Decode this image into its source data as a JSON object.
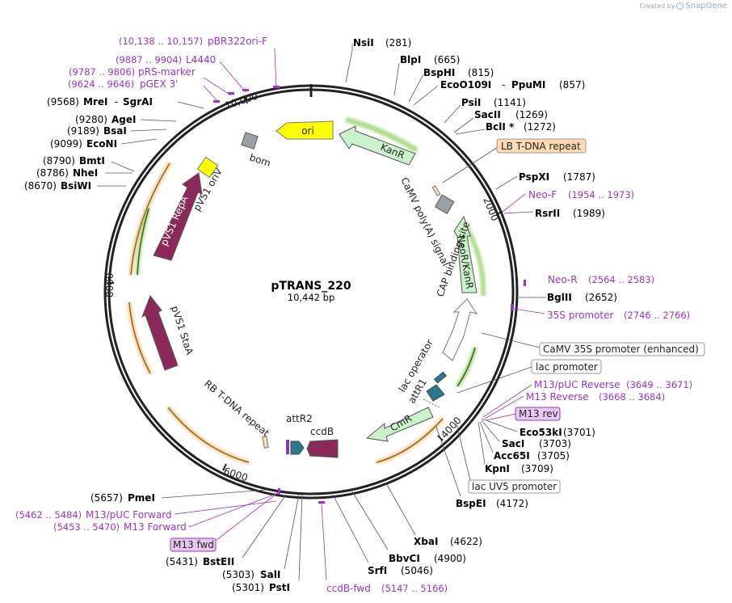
{
  "brand": {
    "created_by": "Created by",
    "app": "SnapGene"
  },
  "plasmid": {
    "name": "pTRANS_220",
    "size_label": "10,442 bp"
  },
  "ticks": {
    "t10000": "10,000",
    "t2000": "2000",
    "t4000": "4000",
    "t6000": "6000",
    "t8000": "8000"
  },
  "sites": {
    "NsiI": {
      "name": "NsiI",
      "pos": "(281)"
    },
    "BlpI": {
      "name": "BlpI",
      "pos": "(665)"
    },
    "BspHI": {
      "name": "BspHI",
      "pos": "(815)"
    },
    "EcoO109I": {
      "name": "EcoO109I",
      "sep": "-",
      "name2": "PpuMI",
      "pos": "(857)"
    },
    "PsiI": {
      "name": "PsiI",
      "pos": "(1141)"
    },
    "SacII": {
      "name": "SacII",
      "pos": "(1269)"
    },
    "BclI": {
      "name": "BclI *",
      "pos": "(1272)"
    },
    "PspXI": {
      "name": "PspXI",
      "pos": "(1787)"
    },
    "RsrII": {
      "name": "RsrII",
      "pos": "(1989)"
    },
    "BglII": {
      "name": "BglII",
      "pos": "(2652)"
    },
    "Eco53kI": {
      "name": "Eco53kI",
      "pos": "(3701)"
    },
    "SacI": {
      "name": "SacI",
      "pos": "(3703)"
    },
    "Acc65I": {
      "name": "Acc65I",
      "pos": "(3705)"
    },
    "KpnI": {
      "name": "KpnI",
      "pos": "(3709)"
    },
    "BspEI": {
      "name": "BspEI",
      "pos": "(4172)"
    },
    "XbaI": {
      "name": "XbaI",
      "pos": "(4622)"
    },
    "BbvCI": {
      "name": "BbvCI",
      "pos": "(4900)"
    },
    "SrfI": {
      "name": "SrfI",
      "pos": "(5046)"
    },
    "PstI": {
      "name": "PstI",
      "pos": "(5301)"
    },
    "SalI": {
      "name": "SalI",
      "pos": "(5303)"
    },
    "BstEII": {
      "name": "BstEII",
      "pos": "(5431)"
    },
    "PmeI": {
      "name": "PmeI",
      "pos": "(5657)"
    },
    "BsiWI": {
      "name": "BsiWI",
      "pos": "(8670)"
    },
    "NheI": {
      "name": "NheI",
      "pos": "(8786)"
    },
    "BmtI": {
      "name": "BmtI",
      "pos": "(8790)"
    },
    "EcoNI": {
      "name": "EcoNI",
      "pos": "(9099)"
    },
    "BsaI": {
      "name": "BsaI",
      "pos": "(9189)"
    },
    "AgeI": {
      "name": "AgeI",
      "pos": "(9280)"
    },
    "MreI": {
      "name": "MreI",
      "sep": "-",
      "name2": "SgrAI",
      "pos": "(9568)"
    }
  },
  "primers": {
    "pBR322oriF": {
      "name": "pBR322ori-F",
      "pos": "(10,138 .. 10,157)"
    },
    "L4440": {
      "name": "L4440",
      "pos": "(9887 .. 9904)"
    },
    "pRSmarker": {
      "name": "pRS-marker",
      "pos": "(9787 .. 9806)"
    },
    "pGEX3": {
      "name": "pGEX 3'",
      "pos": "(9624 .. 9646)"
    },
    "NeoF": {
      "name": "Neo-F",
      "pos": "(1954 .. 1973)"
    },
    "NeoR": {
      "name": "Neo-R",
      "pos": "(2564 .. 2583)"
    },
    "p35S": {
      "name": "35S promoter",
      "pos": "(2746 .. 2766)"
    },
    "M13pUCRev": {
      "name": "M13/pUC Reverse",
      "pos": "(3649 .. 3671)"
    },
    "M13Rev": {
      "name": "M13 Reverse",
      "pos": "(3668 .. 3684)"
    },
    "ccdBfwd": {
      "name": "ccdB-fwd",
      "pos": "(5147 .. 5166)"
    },
    "M13pUCFwd": {
      "name": "M13/pUC Forward",
      "pos": "(5462 .. 5484)"
    },
    "M13Fwd": {
      "name": "M13 Forward",
      "pos": "(5453 .. 5470)"
    }
  },
  "boxes": {
    "lbTdna": "LB T-DNA repeat",
    "camv35s": "CaMV 35S promoter (enhanced)",
    "lacPromoter": "lac promoter",
    "m13rev": "M13 rev",
    "lacUV5": "lac UV5 promoter",
    "m13fwd": "M13 fwd"
  },
  "features": {
    "ori": "ori",
    "kanR": "KanR",
    "bom": "bom",
    "pVS1oriV": "pVS1 oriV",
    "pVS1RepA": "pVS1 RepA",
    "pVS1StaA": "pVS1 StaA",
    "camvPolyA": "CaMV poly(A) signal",
    "neoKanR": "NeoR/KanR",
    "capSite": "CAP binding site",
    "lacOperator": "lac operator",
    "attR1": "attR1",
    "cmR": "CmR",
    "rbTdna": "RB T-DNA repeat",
    "attR2": "attR2",
    "ccdB": "ccdB"
  },
  "colors": {
    "backbone": "#222222",
    "enzyme_text": "#000000",
    "primer": "#9933cc",
    "ori": "#ffff00",
    "kanR": "#ccf2cc",
    "repA": "#8b2a5a",
    "teal": "#2b7a8c",
    "grey": "#9aa0a6",
    "yellow_feature": "#ffff00",
    "tdna": "#ffdab3",
    "glow_green": "#7cc243",
    "glow_orange": "#f0b060"
  }
}
